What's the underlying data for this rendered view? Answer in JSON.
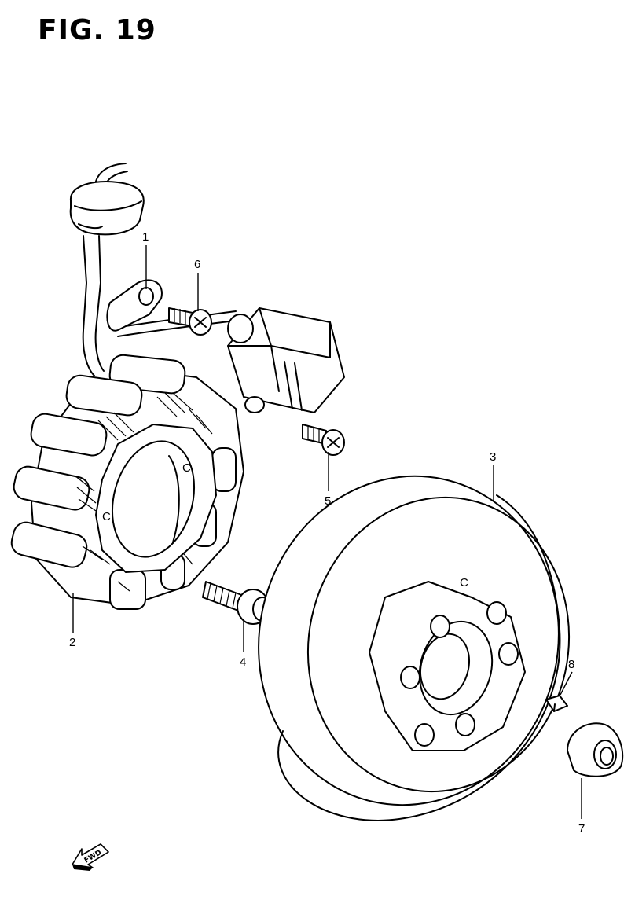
{
  "title": "FIG. 19",
  "callouts": [
    {
      "id": "1",
      "label": "1"
    },
    {
      "id": "2",
      "label": "2"
    },
    {
      "id": "3",
      "label": "3"
    },
    {
      "id": "4",
      "label": "4"
    },
    {
      "id": "5",
      "label": "5"
    },
    {
      "id": "6",
      "label": "6"
    },
    {
      "id": "7",
      "label": "7"
    },
    {
      "id": "8",
      "label": "8"
    }
  ],
  "fwd_label": "FWD",
  "hub_marks": "C"
}
